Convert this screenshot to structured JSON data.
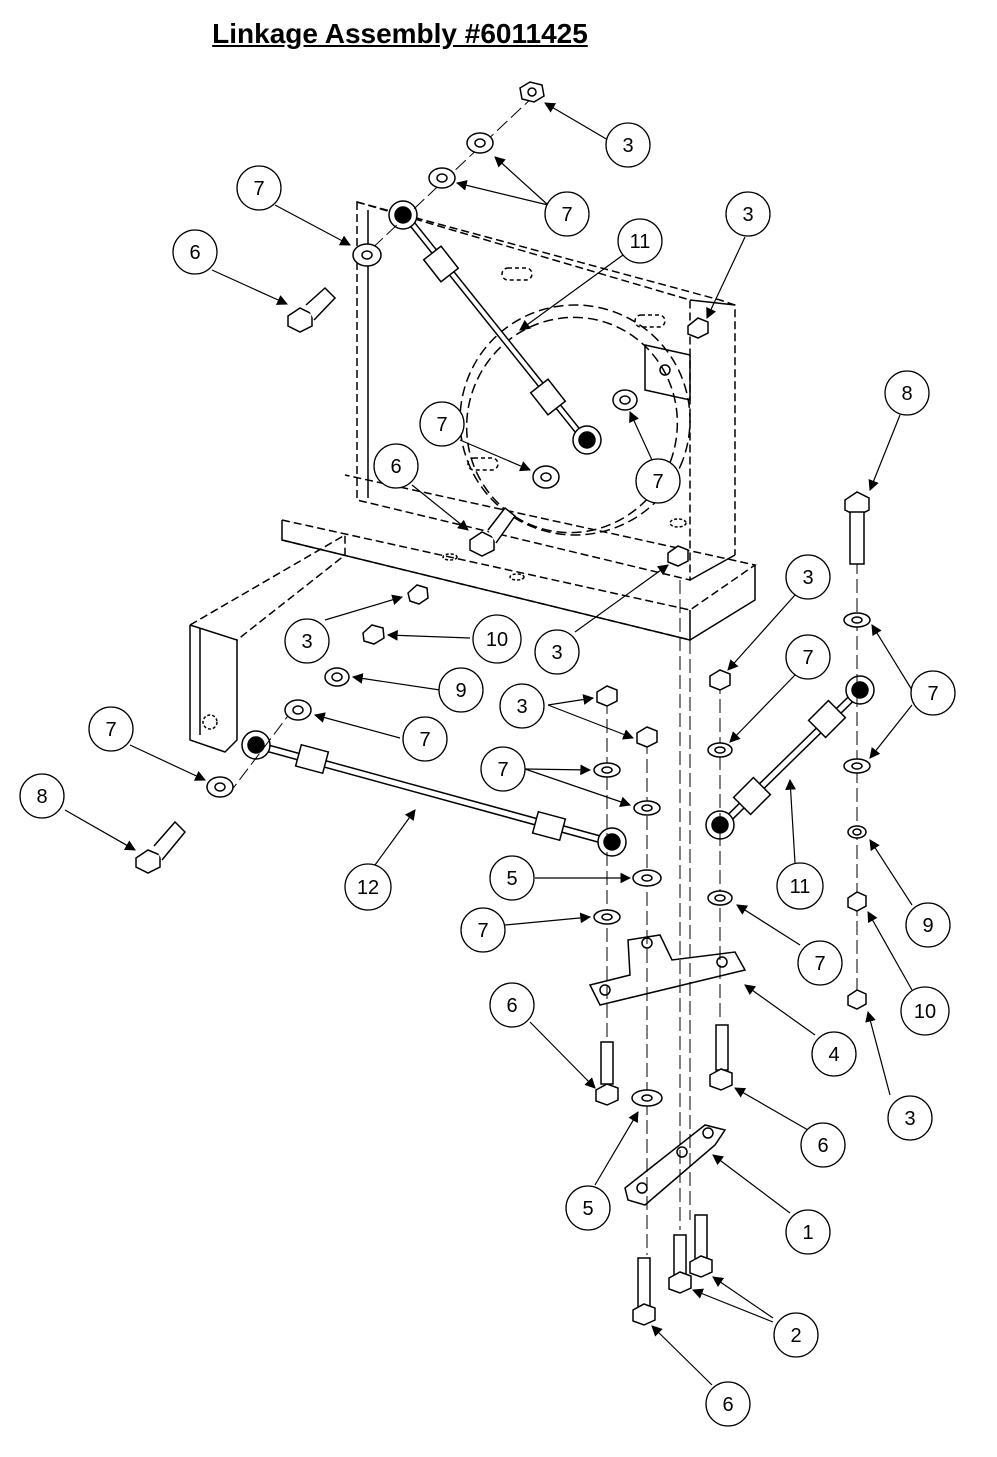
{
  "title": "Linkage Assembly #6011425",
  "callouts": [
    {
      "id": "c-top-3",
      "label": "3"
    },
    {
      "id": "c-top-7a",
      "label": "7"
    },
    {
      "id": "c-left-7",
      "label": "7"
    },
    {
      "id": "c-left-6",
      "label": "6"
    },
    {
      "id": "c-11-top",
      "label": "11"
    },
    {
      "id": "c-right-3",
      "label": "3"
    },
    {
      "id": "c-mid-7a",
      "label": "7"
    },
    {
      "id": "c-mid-7b",
      "label": "7"
    },
    {
      "id": "c-mid-6",
      "label": "6"
    },
    {
      "id": "c-8-top",
      "label": "8"
    },
    {
      "id": "c-3-a",
      "label": "3"
    },
    {
      "id": "c-10-a",
      "label": "10"
    },
    {
      "id": "c-3-b",
      "label": "3"
    },
    {
      "id": "c-9-a",
      "label": "9"
    },
    {
      "id": "c-3-c",
      "label": "3"
    },
    {
      "id": "c-7-c",
      "label": "7"
    },
    {
      "id": "c-7-d",
      "label": "7"
    },
    {
      "id": "c-3-d",
      "label": "3"
    },
    {
      "id": "c-7-e",
      "label": "7"
    },
    {
      "id": "c-7-f",
      "label": "7"
    },
    {
      "id": "c-8-left",
      "label": "8"
    },
    {
      "id": "c-7-left2",
      "label": "7"
    },
    {
      "id": "c-12",
      "label": "12"
    },
    {
      "id": "c-5-a",
      "label": "5"
    },
    {
      "id": "c-7-g",
      "label": "7"
    },
    {
      "id": "c-11-b",
      "label": "11"
    },
    {
      "id": "c-9-b",
      "label": "9"
    },
    {
      "id": "c-7-h",
      "label": "7"
    },
    {
      "id": "c-10-b",
      "label": "10"
    },
    {
      "id": "c-6-b",
      "label": "6"
    },
    {
      "id": "c-4",
      "label": "4"
    },
    {
      "id": "c-3-e",
      "label": "3"
    },
    {
      "id": "c-6-c",
      "label": "6"
    },
    {
      "id": "c-5-b",
      "label": "5"
    },
    {
      "id": "c-1",
      "label": "1"
    },
    {
      "id": "c-2",
      "label": "2"
    },
    {
      "id": "c-6-d",
      "label": "6"
    }
  ]
}
